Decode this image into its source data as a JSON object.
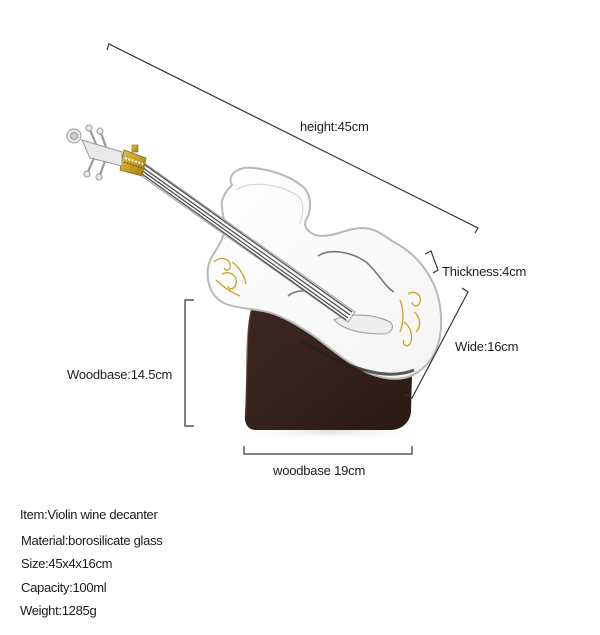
{
  "product": {
    "name": "Violin wine decanter"
  },
  "dimensions": {
    "height_label": "height:45cm",
    "thickness_label": "Thickness:4cm",
    "wide_label": "Wide:16cm",
    "woodbase_height_label": "Woodbase:14.5cm",
    "woodbase_width_label": "woodbase 19cm"
  },
  "specs": [
    {
      "label": "Item:",
      "value": "Violin wine decanter",
      "text": "Item:Violin wine decanter"
    },
    {
      "label": "Material:",
      "value": "borosilicate glass",
      "text": "Material:borosilicate glass"
    },
    {
      "label": "Size:",
      "value": "45x4x16cm",
      "text": "Size:45x4x16cm"
    },
    {
      "label": "Capacity:",
      "value": "100ml",
      "text": "Capacity:100ml"
    },
    {
      "label": "Weight:",
      "value": "1285g",
      "text": "Weight:1285g"
    }
  ],
  "colors": {
    "background": "#ffffff",
    "wood_base": "#3a2420",
    "gold_accent": "#c9a227",
    "dimension_line": "#333333",
    "text": "#1a1a1a"
  }
}
